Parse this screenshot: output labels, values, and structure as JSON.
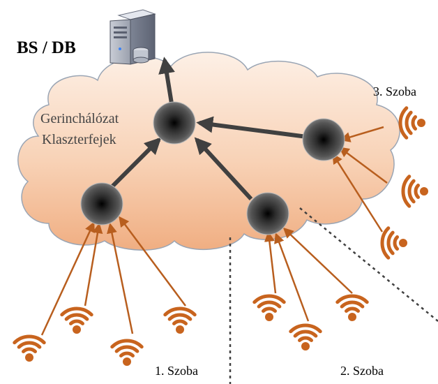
{
  "bs_label": "BS / DB",
  "backbone_label": "Gerinchálózat",
  "clusterheads_label": "Klaszterfejek",
  "rooms": {
    "room1": "1. Szoba",
    "room2": "2. Szoba",
    "room3": "3. Szoba"
  },
  "icons": {
    "server": "server-database-icon",
    "sensor": "wireless-sensor-icon",
    "node": "cluster-head-node-icon"
  },
  "colors": {
    "sensor": "#c8641e",
    "arrow_sensor": "#b85e1e",
    "arrow_backbone": "#404040",
    "cloud_fill_top": "#fbe6d8",
    "cloud_fill_bottom": "#f2b48a",
    "divider": "#404040"
  }
}
